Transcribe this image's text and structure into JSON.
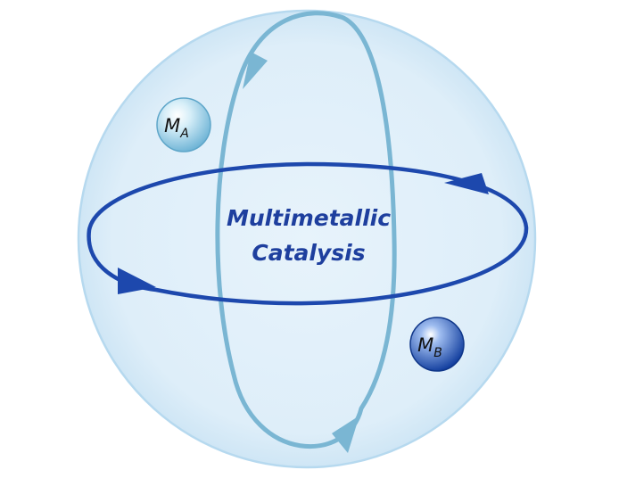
{
  "diagram": {
    "title_line1": "Multimetallic",
    "title_line2": "Catalysis",
    "metal_a": {
      "symbol": "M",
      "subscript": "A"
    },
    "metal_b": {
      "symbol": "M",
      "subscript": "B"
    },
    "colors": {
      "sphere_fill": "#e4f1fa",
      "sphere_edge": "#b6d9ef",
      "vertical_cycle": "#7ab6d3",
      "horizontal_cycle": "#1d48ad",
      "title": "#1e3f9e",
      "metal_a": "#8cc8e2",
      "metal_b": "#1f4fb3"
    }
  }
}
